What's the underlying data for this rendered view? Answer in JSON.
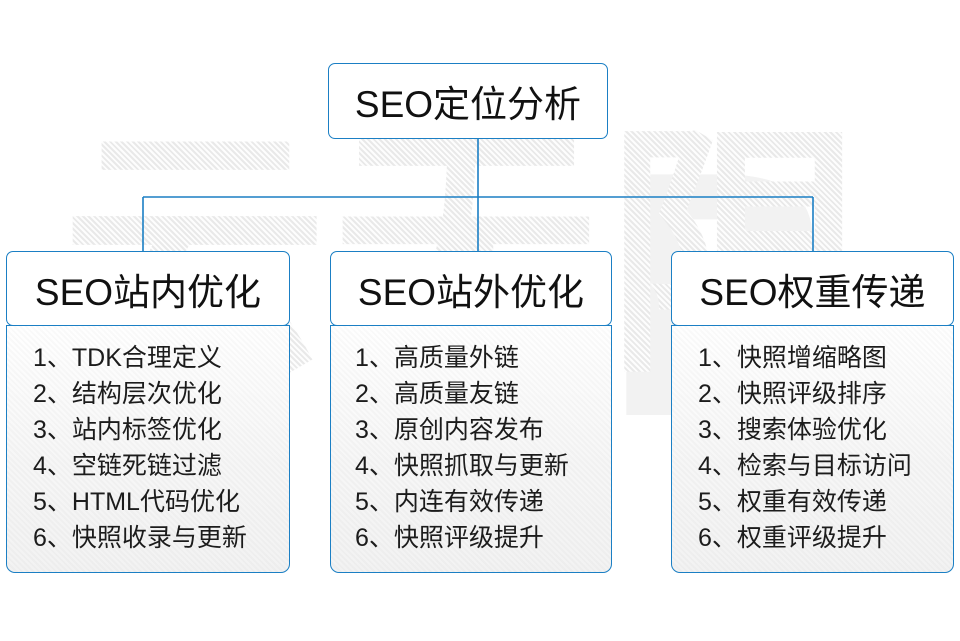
{
  "diagram": {
    "root": {
      "label": "SEO定位分析"
    },
    "branches": [
      {
        "id": "seo-on-site",
        "title": "SEO站内优化",
        "items": [
          "1、TDK合理定义",
          "2、结构层次优化",
          "3、站内标签优化",
          "4、空链死链过滤",
          "5、HTML代码优化",
          "6、快照收录与更新"
        ]
      },
      {
        "id": "seo-off-site",
        "title": "SEO站外优化",
        "items": [
          "1、高质量外链",
          "2、高质量友链",
          "3、原创内容发布",
          "4、快照抓取与更新",
          "5、内连有效传递",
          "6、快照评级提升"
        ]
      },
      {
        "id": "seo-weight-transfer",
        "title": "SEO权重传递",
        "items": [
          "1、快照增缩略图",
          "2、快照评级排序",
          "3、搜索体验优化",
          "4、检索与目标访问",
          "5、权重有效传递",
          "6、权重评级提升"
        ]
      }
    ],
    "watermark": {
      "primary": "云无限",
      "secondary": "R"
    },
    "colors": {
      "border_blue": "#1b7fc4",
      "connector_blue": "#1b7fc4",
      "text": "#111111",
      "background": "#ffffff",
      "watermark_gray": "#ececec"
    }
  }
}
